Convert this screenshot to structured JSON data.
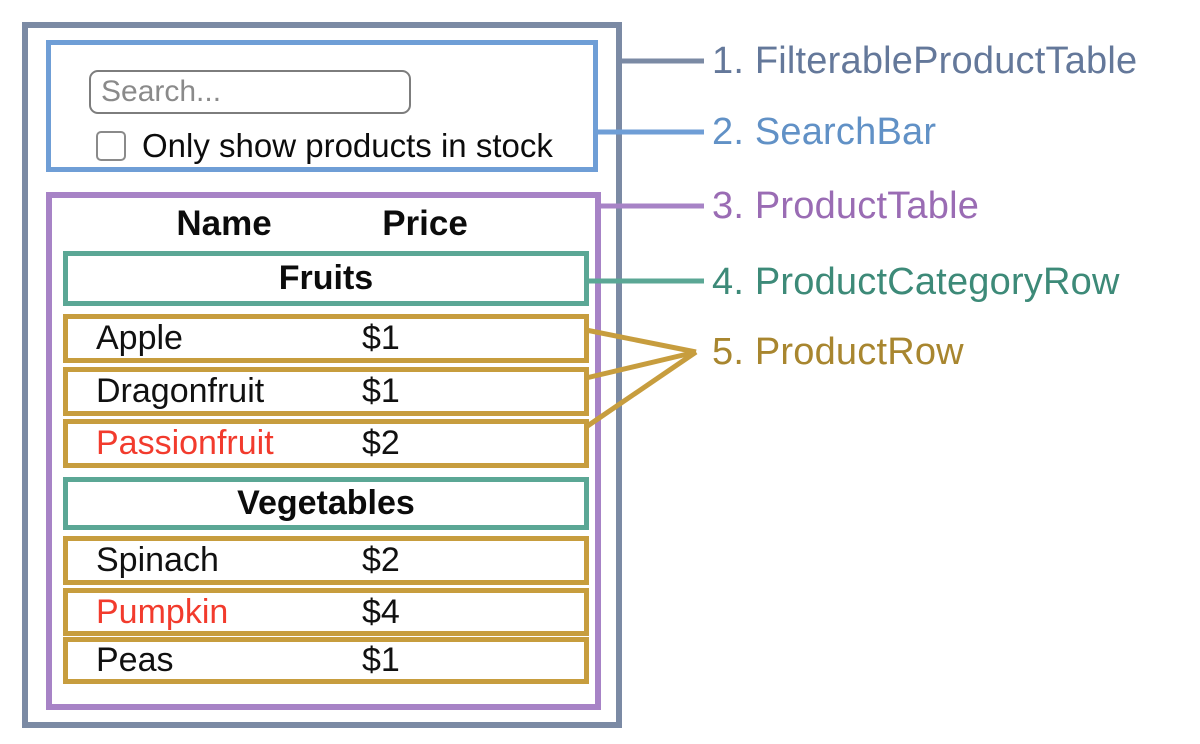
{
  "colors": {
    "outline_1": "#7b8aa4",
    "outline_2": "#6f9ed6",
    "outline_3": "#a783c6",
    "outline_4": "#5ba795",
    "outline_5": "#c79d3e",
    "label_1": "#64789a",
    "label_2": "#6191c6",
    "label_3": "#9a6cb4",
    "label_4": "#3d8a78",
    "label_5": "#a8862f",
    "out_of_stock_text": "#f23b2d",
    "in_stock_text": "#111111",
    "input_border": "#7d7d7d",
    "input_placeholder_text": "#8a8a8a"
  },
  "legend": {
    "items": [
      {
        "label": "1. FilterableProductTable"
      },
      {
        "label": "2. SearchBar"
      },
      {
        "label": "3. ProductTable"
      },
      {
        "label": "4. ProductCategoryRow"
      },
      {
        "label": "5. ProductRow"
      }
    ]
  },
  "search_bar": {
    "input_placeholder": "Search...",
    "input_value": "",
    "checkbox_label": "Only show products in stock",
    "checkbox_checked": false
  },
  "product_table": {
    "headers": {
      "name": "Name",
      "price": "Price"
    },
    "categories": [
      {
        "label": "Fruits",
        "products": [
          {
            "name": "Apple",
            "price": "$1",
            "name_color": "#111111"
          },
          {
            "name": "Dragonfruit",
            "price": "$1",
            "name_color": "#111111"
          },
          {
            "name": "Passionfruit",
            "price": "$2",
            "name_color": "#f23b2d"
          }
        ]
      },
      {
        "label": "Vegetables",
        "products": [
          {
            "name": "Spinach",
            "price": "$2",
            "name_color": "#111111"
          },
          {
            "name": "Pumpkin",
            "price": "$4",
            "name_color": "#f23b2d"
          },
          {
            "name": "Peas",
            "price": "$1",
            "name_color": "#111111"
          }
        ]
      }
    ]
  }
}
